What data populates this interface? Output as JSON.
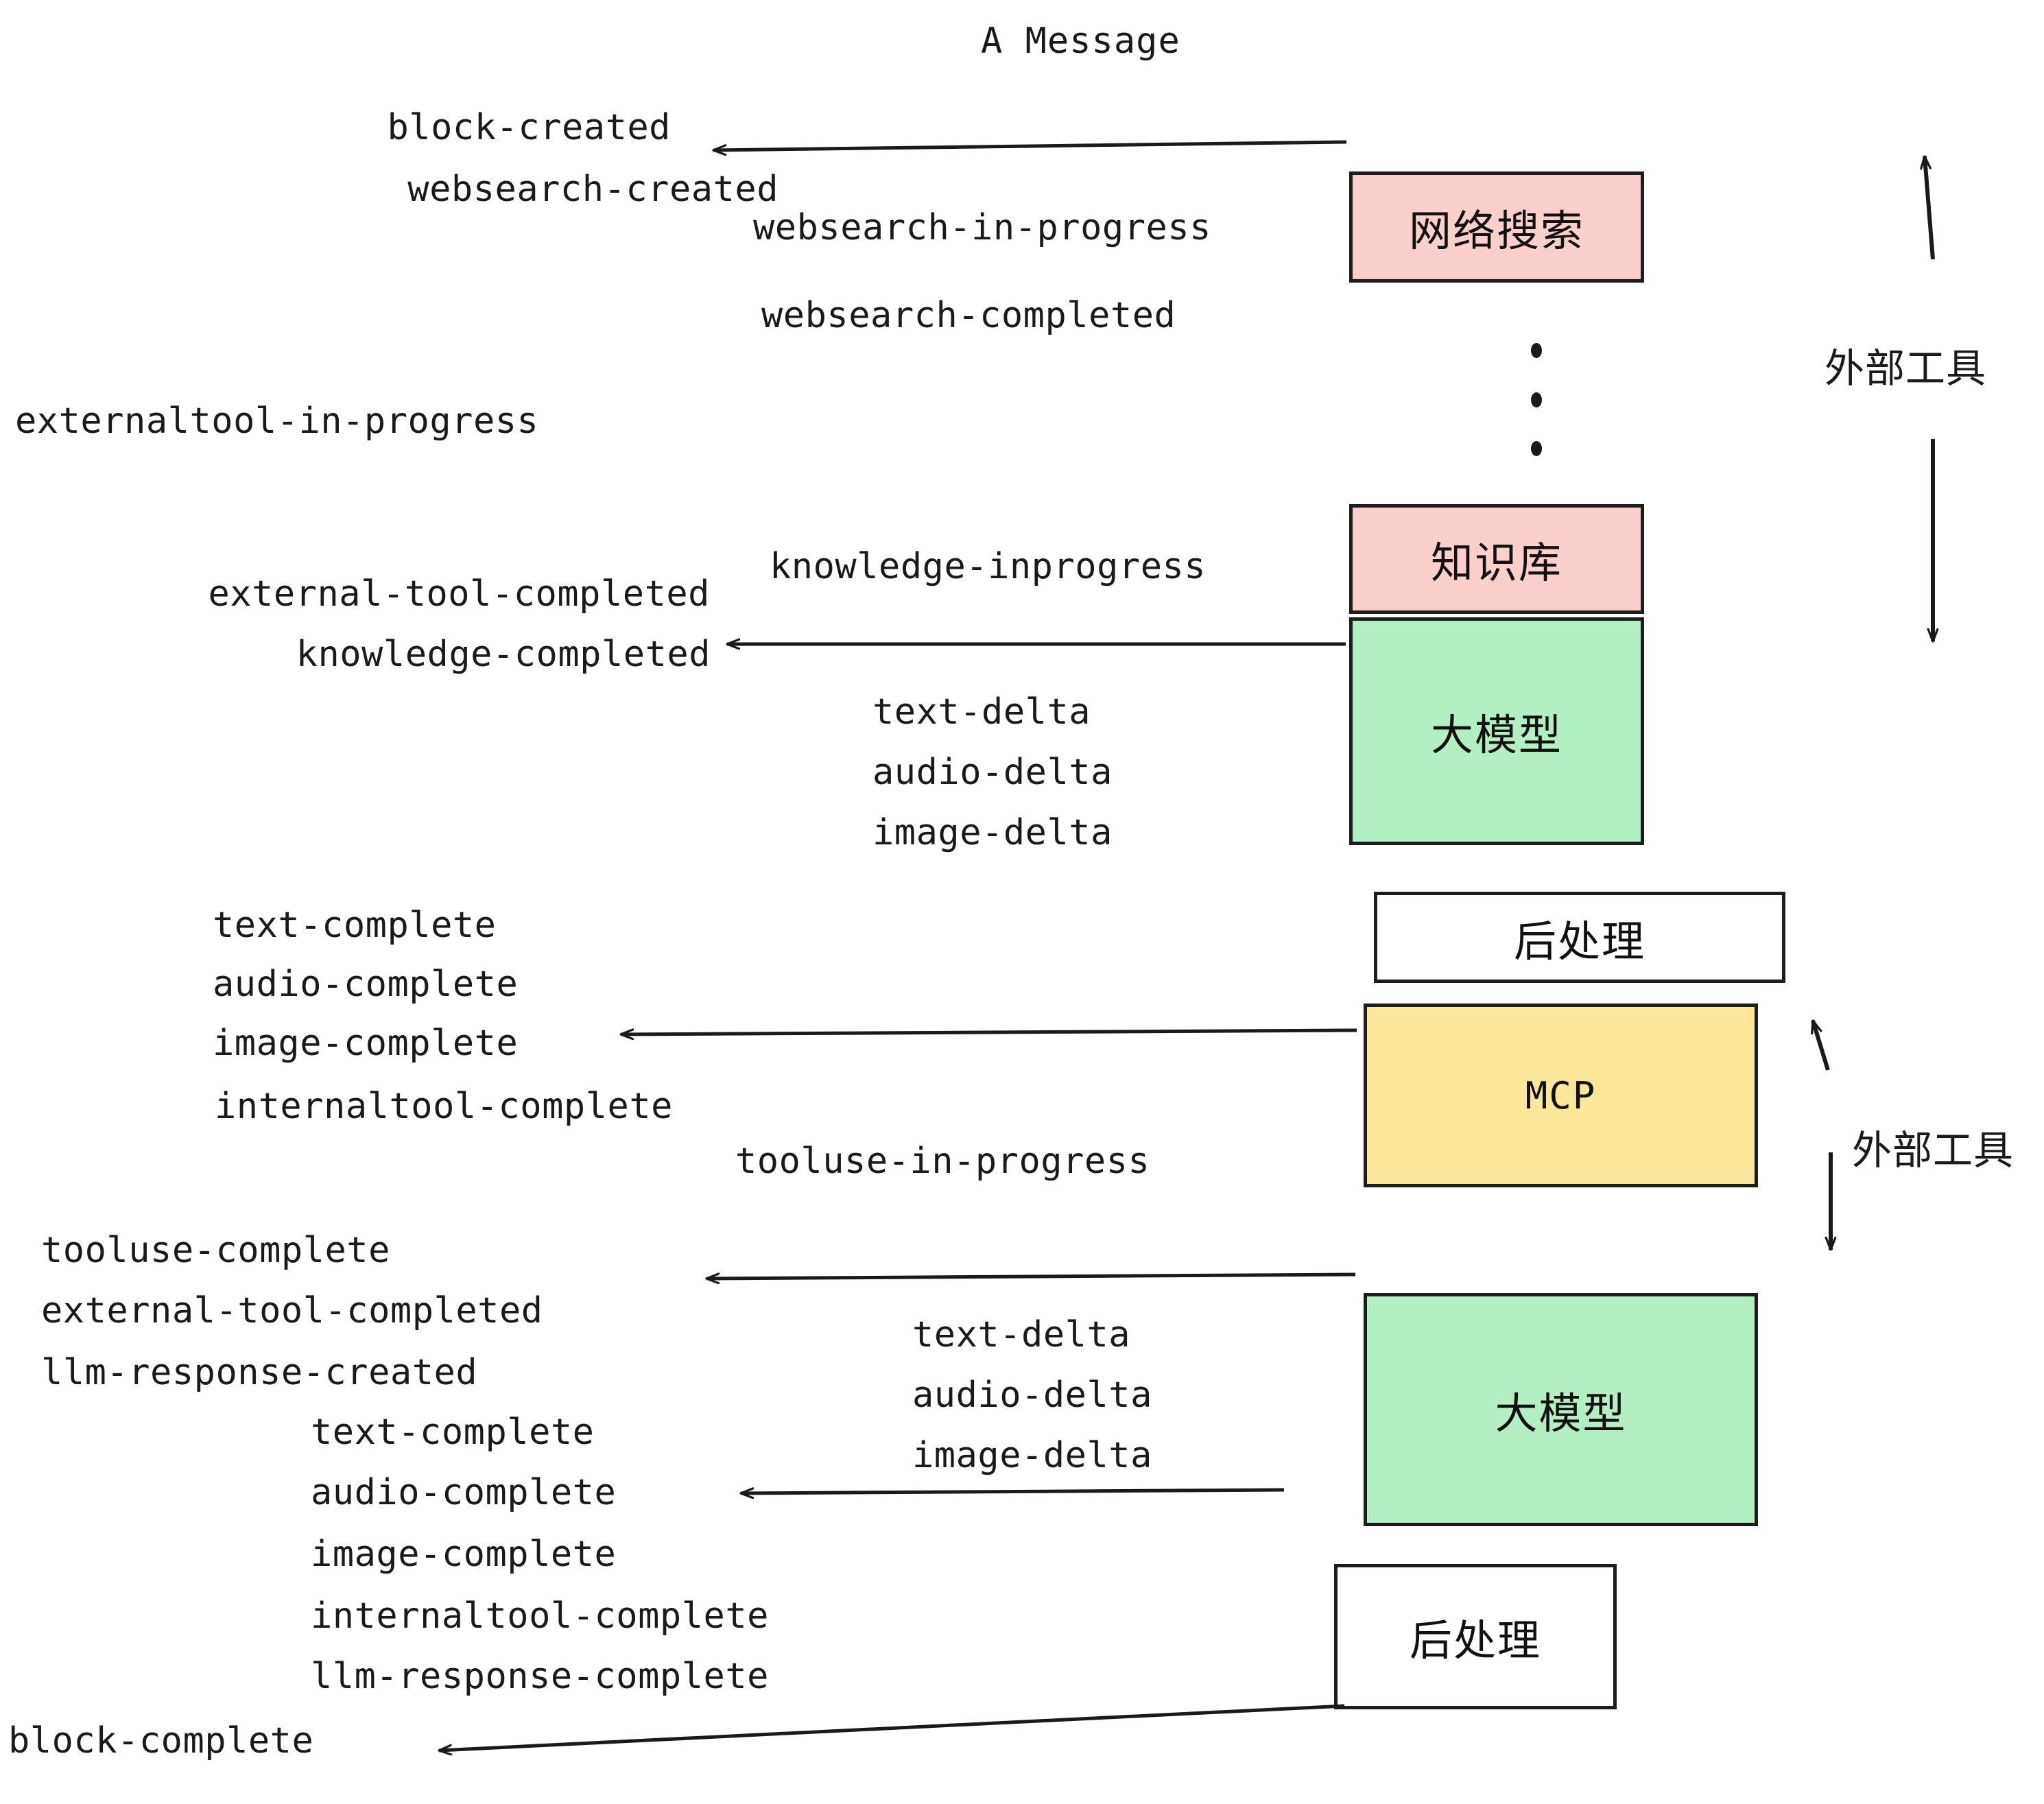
{
  "title": "A Message",
  "colors": {
    "pink": "#fbcfcb",
    "green": "#b2efc2",
    "yellow": "#fbe79a",
    "white": "#ffffff",
    "stroke": "#1d1d1d",
    "text": "#1a1a1a"
  },
  "boxes": [
    {
      "id": "websearch",
      "label": "网络搜索",
      "fill": "#fbcfcb",
      "script": "cjk"
    },
    {
      "id": "knowledge-base",
      "label": "知识库",
      "fill": "#fbcfcb",
      "script": "cjk"
    },
    {
      "id": "llm-top",
      "label": "大模型",
      "fill": "#b2efc2",
      "script": "cjk"
    },
    {
      "id": "postprocess-top",
      "label": "后处理",
      "fill": "#ffffff",
      "script": "cjk"
    },
    {
      "id": "mcp",
      "label": "MCP",
      "fill": "#fbe79a",
      "script": "latin"
    },
    {
      "id": "llm-bottom",
      "label": "大模型",
      "fill": "#b2efc2",
      "script": "cjk"
    },
    {
      "id": "postprocess-bottom",
      "label": "后处理",
      "fill": "#ffffff",
      "script": "cjk"
    }
  ],
  "side_labels": [
    {
      "id": "external-tool-upper",
      "label": "外部工具"
    },
    {
      "id": "external-tool-lower",
      "label": "外部工具"
    }
  ],
  "events": {
    "block_created": "block-created",
    "websearch_created": "websearch-created",
    "websearch_in_progress": "websearch-in-progress",
    "websearch_completed": "websearch-completed",
    "externaltool_in_progress": "externaltool-in-progress",
    "knowledge_inprogress": "knowledge-inprogress",
    "external_tool_completed_1": "external-tool-completed",
    "knowledge_completed": "knowledge-completed",
    "text_delta_1": "text-delta",
    "audio_delta_1": "audio-delta",
    "image_delta_1": "image-delta",
    "text_complete_1": "text-complete",
    "audio_complete_1": "audio-complete",
    "image_complete_1": "image-complete",
    "internaltool_complete_1": "internaltool-complete",
    "tooluse_in_progress": "tooluse-in-progress",
    "tooluse_complete": "tooluse-complete",
    "external_tool_completed_2": "external-tool-completed",
    "llm_response_created": "llm-response-created",
    "text_delta_2": "text-delta",
    "audio_delta_2": "audio-delta",
    "image_delta_2": "image-delta",
    "text_complete_2": "text-complete",
    "audio_complete_2": "audio-complete",
    "image_complete_2": "image-complete",
    "internaltool_complete_2": "internaltool-complete",
    "llm_response_complete": "llm-response-complete",
    "block_complete": "block-complete"
  }
}
